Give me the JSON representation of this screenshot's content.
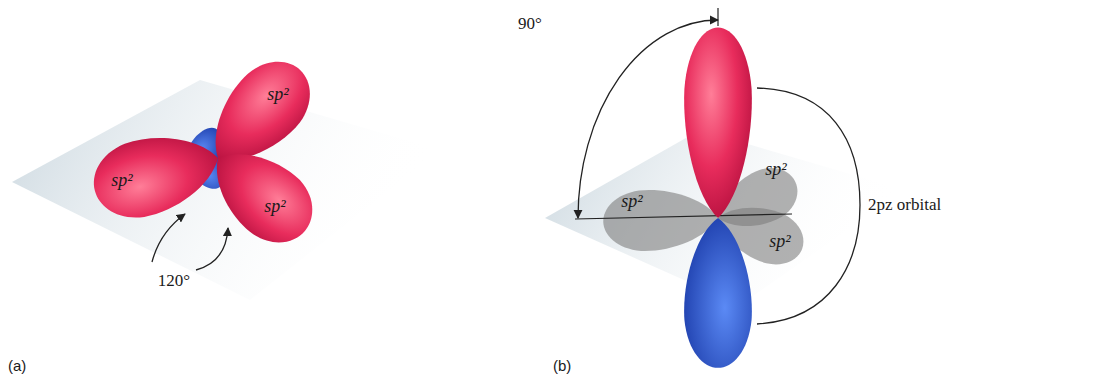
{
  "diagram": {
    "labels": [
      "sp²",
      "sp²",
      "sp²",
      "120°",
      "(a)",
      "90°",
      "sp²",
      "sp²",
      "sp²",
      "2pz orbital",
      "(b)"
    ]
  }
}
